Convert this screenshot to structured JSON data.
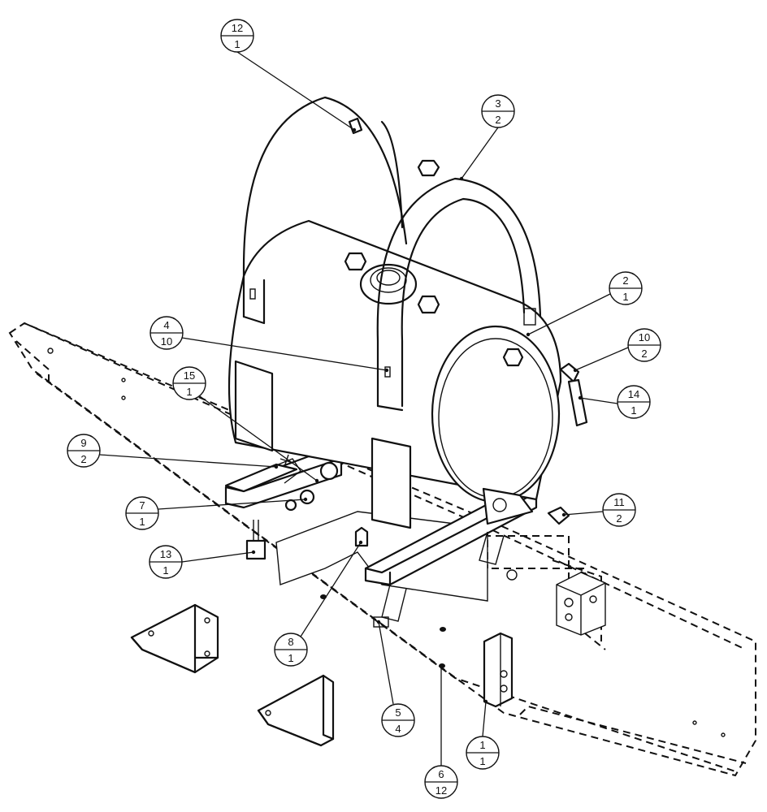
{
  "callouts": [
    {
      "id": "c12",
      "item": "12",
      "qty": "1"
    },
    {
      "id": "c3",
      "item": "3",
      "qty": "2"
    },
    {
      "id": "c2",
      "item": "2",
      "qty": "1"
    },
    {
      "id": "c10",
      "item": "10",
      "qty": "2"
    },
    {
      "id": "c14",
      "item": "14",
      "qty": "1"
    },
    {
      "id": "c4",
      "item": "4",
      "qty": "10"
    },
    {
      "id": "c15",
      "item": "15",
      "qty": "1"
    },
    {
      "id": "c9",
      "item": "9",
      "qty": "2"
    },
    {
      "id": "c7",
      "item": "7",
      "qty": "1"
    },
    {
      "id": "c11",
      "item": "11",
      "qty": "2"
    },
    {
      "id": "c13",
      "item": "13",
      "qty": "1"
    },
    {
      "id": "c8",
      "item": "8",
      "qty": "1"
    },
    {
      "id": "c5",
      "item": "5",
      "qty": "4"
    },
    {
      "id": "c6",
      "item": "6",
      "qty": "12"
    },
    {
      "id": "c1",
      "item": "1",
      "qty": "1"
    }
  ]
}
